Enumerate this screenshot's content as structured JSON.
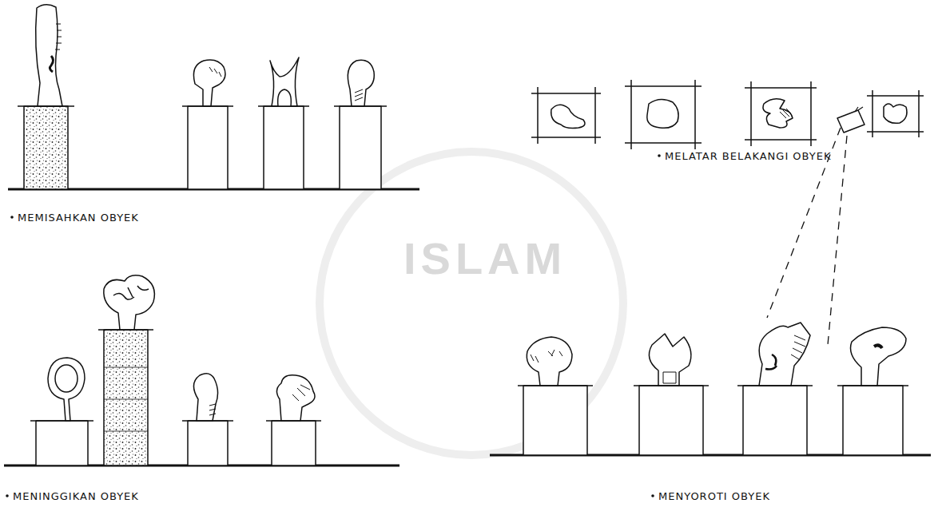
{
  "diagram": {
    "labels": [
      "MEMISAHKAN OBYEK",
      "MELATAR BELAKANGI OBYEK",
      "MENINGGIKAN OBYEK",
      "MENYOROTI OBYEK",
      "ISLAM"
    ]
  }
}
